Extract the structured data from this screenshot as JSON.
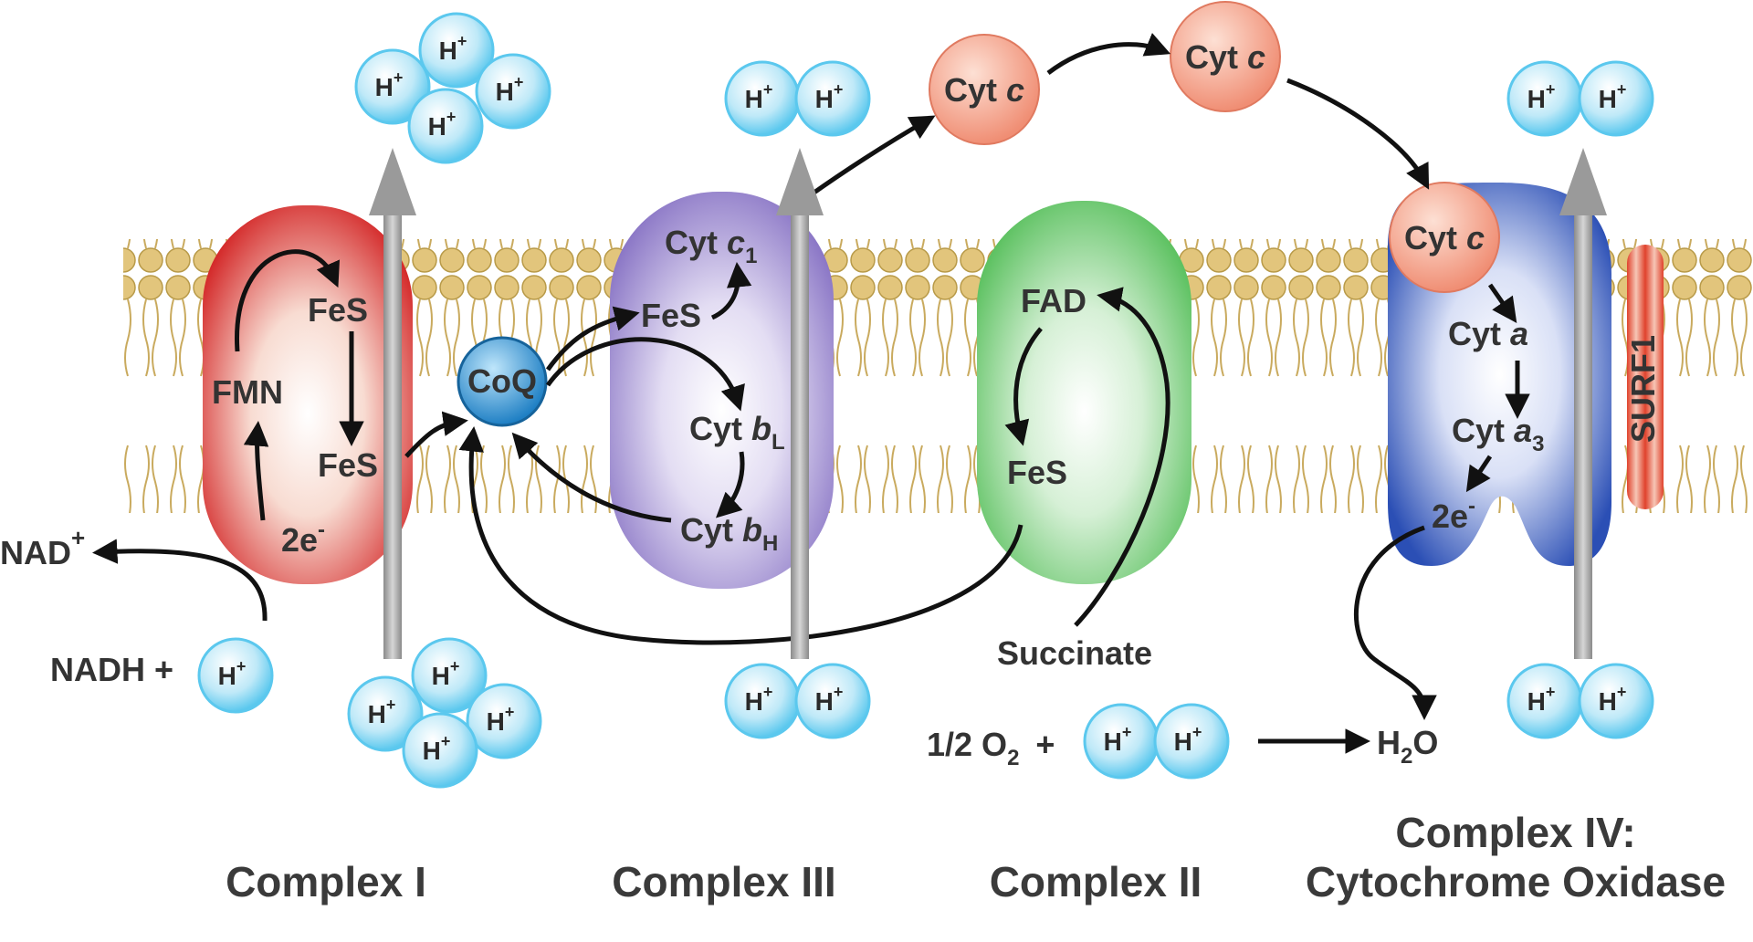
{
  "complexes": {
    "complex1": {
      "title": "Complex I",
      "fmn": "FMN",
      "fes_top": "FeS",
      "fes_bottom": "FeS",
      "electrons": "2e",
      "electrons_sup": "-"
    },
    "complex3": {
      "title": "Complex III",
      "fes": "FeS",
      "cyt_c1": "Cyt",
      "cyt_c1_italic": "c",
      "cyt_c1_sub": "1",
      "cyt_bl": "Cyt",
      "cyt_bl_italic": "b",
      "cyt_bl_sub": "L",
      "cyt_bh": "Cyt",
      "cyt_bh_italic": "b",
      "cyt_bh_sub": "H"
    },
    "complex2": {
      "title": "Complex II",
      "fad": "FAD",
      "fes": "FeS",
      "substrate": "Succinate"
    },
    "complex4": {
      "title_line1": "Complex IV:",
      "title_line2": "Cytochrome Oxidase",
      "cyt_a": "Cyt",
      "cyt_a_italic": "a",
      "cyt_a3": "Cyt",
      "cyt_a3_italic": "a",
      "cyt_a3_sub": "3",
      "electrons": "2e",
      "electrons_sup": "-",
      "surf1": "SURF1"
    }
  },
  "coq": "CoQ",
  "cyt_c": {
    "text": "Cyt",
    "italic": "c"
  },
  "proton": {
    "text": "H",
    "sup": "+"
  },
  "reactions": {
    "nad": "NAD",
    "nad_sup": "+",
    "nadh": "NADH +",
    "oxygen_prefix": "1/2 O",
    "oxygen_sub": "2",
    "oxygen_plus": "+",
    "water_h": "H",
    "water_sub": "2",
    "water_o": "O"
  },
  "colors": {
    "membrane": "#e2c57c",
    "complex1": "#d42b2b",
    "complex3": "#8b77c6",
    "complex2": "#5cc160",
    "complex4": "#2b4fb5",
    "cyt_c": "#f08e74",
    "coq": "#1e7fc4",
    "proton": "#5bc8ee",
    "proton_arrow": "#9a9a9a"
  }
}
